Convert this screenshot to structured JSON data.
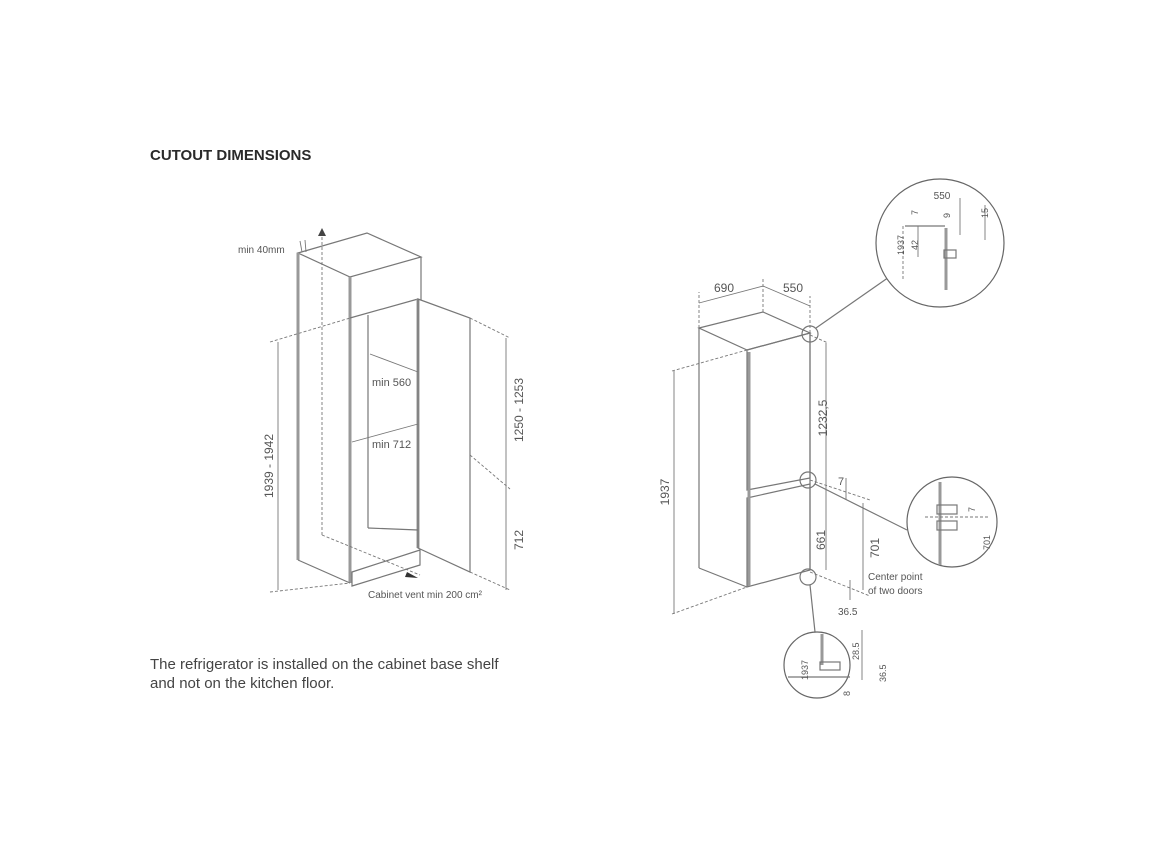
{
  "title": "CUTOUT DIMENSIONS",
  "note": {
    "line1": "The refrigerator is installed on the cabinet base shelf",
    "line2": "and not on the kitchen floor."
  },
  "cabinet": {
    "min_40": "min 40mm",
    "min_560": "min 560",
    "min_712": "min 712",
    "height": "1939 - 1942",
    "upper": "1250 - 1253",
    "lower": "712",
    "vent": "Cabinet vent min 200 cm²"
  },
  "appliance": {
    "depth": "690",
    "width": "550",
    "height": "1937",
    "upper_door": "1232,5",
    "gap": "7",
    "lower_door": "661",
    "center": "701",
    "center_label_1": "Center point",
    "center_label_2": "of two doors",
    "bottom_offset": "36.5"
  },
  "detail_top": {
    "w": "550",
    "a": "7",
    "b": "9",
    "c": "15",
    "d": "42",
    "h": "1937"
  },
  "detail_mid": {
    "a": "7",
    "b": "701"
  },
  "detail_bottom": {
    "h": "1937",
    "a": "28.5",
    "b": "36.5",
    "c": "8"
  }
}
